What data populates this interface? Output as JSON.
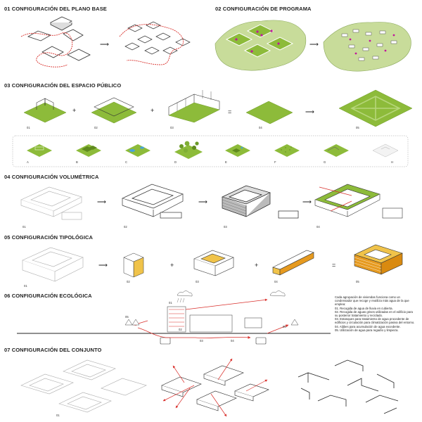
{
  "sections": {
    "s01": "01 CONFIGURACIÓN DEL PLANO BASE",
    "s02": "02 CONFIGURACIÓN DE PROGRAMA",
    "s03": "03 CONFIGURACIÓN DEL ESPACIO PÚBLICO",
    "s04": "04 CONFIGURACIÓN VOLUMÉTRICA",
    "s05": "05 CONFIGURACIÓN TIPOLÓGICA",
    "s06": "06 CONFIGURACIÓN ECOLÓGICA",
    "s07": "07 CONFIGURACIÓN DEL CONJUNTO"
  },
  "public_space": {
    "steps": [
      "01",
      "02",
      "03",
      "04",
      "05"
    ],
    "options": [
      "A",
      "B",
      "C",
      "D",
      "E",
      "F",
      "G",
      "H"
    ]
  },
  "volumetric": {
    "steps": [
      "01",
      "02",
      "03",
      "04"
    ]
  },
  "typological": {
    "steps": [
      "01",
      "02",
      "03",
      "04",
      "05"
    ]
  },
  "ecological": {
    "markers": [
      "01",
      "02",
      "03",
      "04",
      "05",
      "05"
    ],
    "note": [
      "Cada agrupación de viviendas funciona como un condensador que recoge y reutiliza más agua de la que emplea:",
      "01. Recogida de agua de lluvia en cubierta.",
      "02. Recogida de aguas grises utilizadas en el edificio para su posterior tratamiento y reciclado.",
      "03. Estanques para tratamiento de agua procedente de edificios y circulación para climatización pasiva del entorno.",
      "04. Aljibes para acumulación de agua excedente.",
      "05. Utilización de agua para regadío y limpieza."
    ]
  },
  "ensemble": {
    "steps": [
      "01"
    ]
  },
  "operators": {
    "plus": "+",
    "equals": "=",
    "arrow": "⟶"
  },
  "colors": {
    "grass": "#8dbb3a",
    "grass_light": "#c8dc9a",
    "red": "#d9302c",
    "yellow": "#f0c34a",
    "orange": "#e69a1f",
    "magenta": "#c0179b",
    "line": "#333333"
  }
}
